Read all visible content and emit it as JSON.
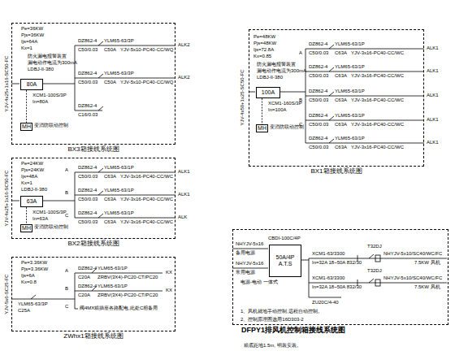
{
  "diagram": {
    "nodes": [
      {
        "text": [
          "BX3箱接线系统图"
        ]
      },
      {
        "text": [
          "80A"
        ],
        "in": 0
      },
      {
        "text": [
          "MH"
        ],
        "in": 0
      },
      {
        "text": [
          "BX2箱接线系统图"
        ]
      },
      {
        "text": [
          "63A"
        ],
        "in": 3
      },
      {
        "text": [
          "MH"
        ],
        "in": 3
      },
      {
        "text": [
          "ZWhx1箱接线系统图"
        ]
      },
      {
        "text": [
          "BX1箱接线系统图"
        ]
      },
      {
        "text": [
          "100A"
        ],
        "in": 7
      },
      {
        "text": [
          "MH"
        ],
        "in": 7
      },
      {
        "text": [
          "DFPY1排风机控制箱接线系统图"
        ]
      },
      {
        "text": [
          "50A/4P",
          "A.T.S"
        ],
        "in": 10
      }
    ],
    "edges": [
      {
        "from": 1,
        "to": 2,
        "arrow": "none"
      },
      {
        "from": 4,
        "to": 5,
        "arrow": "none"
      },
      {
        "from": 8,
        "to": 9,
        "arrow": "none"
      }
    ],
    "labels": [
      "YJV-4x25+1x16-SC50-FC",
      "Pe=36KW",
      "Pjs=36KW",
      "Ijs=64A",
      "Kx=1",
      "防火漏电报警装置",
      "漏电动作电流为300mA",
      "LDBJ-II-380",
      "XCM1-100S/3P",
      "In=80A",
      "变消防联动控制",
      "DZ862-4",
      "C50/0.03",
      "YLM65-63/3P",
      "C50A",
      "YJV-5x10-PC40-CC/WQ",
      "ALK2",
      "DZ862-4",
      "C50/0.03",
      "YLM65-63/3P",
      "C50A",
      "YJV-5x10-PC40-CC/WQ",
      "ALK2",
      "DZ862-4",
      "C16/0.03",
      "YJV-4x25+1x16-SC50-FC",
      "Pe=24KW",
      "Pjs=24KW",
      "Ijs=48A",
      "Kx=1",
      "LDBJ-II-380",
      "XCM1-100S/3P",
      "In=63A",
      "变消防联动控制",
      "A",
      "DZ862-4",
      "C50/0.03",
      "YLM65-63/1P",
      "C63A",
      "YJV-3x16-PC40-CC/WC",
      "ALK1",
      "B",
      "DZ862-4",
      "C50/0.03",
      "YLM65-63/1P",
      "C63A",
      "YJV-3x16-PC40-CC/WC",
      "ALK1",
      "C",
      "DZ862-4",
      "C50/0.03",
      "YLM65-63/1P",
      "C63A",
      "YJV-3x16-PC40-CC/WC",
      "ALK",
      "YJV-5x6-SC25-FC",
      "Pe=3.36KW",
      "Pjs=3.36KW",
      "Ijs=6A",
      "Kx=0.8",
      "YLM65-63/3P",
      "C25A",
      "A",
      "DZ862-4",
      "C20A",
      "YLM65-63/1P",
      "ZRBV(3X4)-PC20-CT/PC20",
      "KX",
      "B",
      "DZ862-4",
      "C20A",
      "YLM65-63/1P",
      "ZRBV(3X4)-PC20-CT/PC20",
      "KX",
      "C",
      "阀4MX箱插座各路配电,此处C相备用",
      "YJV-4x50+1x25-SC50-FC",
      "Pe=48KW",
      "Pjs=48KW",
      "Ijs=72.8A",
      "Kx=0.85",
      "防火漏电报警装置",
      "漏电动作电流为300mA",
      "LDBJ-II-380",
      "XCM1-160S/3P",
      "In=100A",
      "变消防联动控制",
      "A",
      "DZ862-4",
      "C50/0.03",
      "YLM65-63/1P",
      "C63A",
      "YJV-3x16-PC40-CC/WC",
      "ALK1",
      "DZ862-4",
      "C50/0.03",
      "YLM65-63/1P",
      "C63A",
      "YJV-3x16-PC40-CC/WC",
      "ALK1",
      "B",
      "DZ862-4",
      "C50/0.03",
      "YLM65-63/1P",
      "C63A",
      "YJV-3x16-PC40-CC/WC",
      "ALK1",
      "C",
      "DZ862-4",
      "C50/0.03",
      "YLM65-63/1P",
      "C63A",
      "YJV-3x16-PC40-CC/WC",
      "ALK1",
      "DZ862-4",
      "C50/0.03",
      "YLM65-63/1P",
      "C63A",
      "YJV-3x16-PC40-CC/WC",
      "ALK1",
      "NHYJV-5x16",
      "备用电源",
      "NHYJV-5x16",
      "常用电源",
      "CBDI-100C/4P",
      "电源-电动 一体式",
      "XCM1-63/3300",
      "In=32A 18~50A 832/30",
      "T32DJ",
      "NHYJV-5x10/SC40/WC/FC",
      "7.5KW 风机",
      "XCM1-63/3300",
      "In=32A 18~50A 832/30",
      "T32DJ",
      "NHYJV-5x10/SC40/WC/FC",
      "7.5KW 风机",
      "ZU20C/4-40",
      "1、风机就地手动控制,远程自动控制。",
      "2、控制原理图选用16D303-2",
      "箱底距地1.5m, 明装安装。"
    ]
  }
}
